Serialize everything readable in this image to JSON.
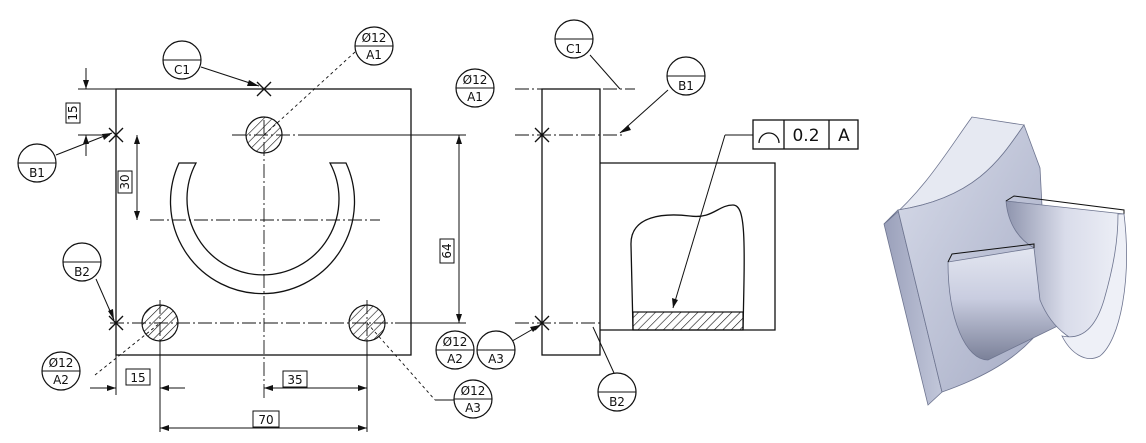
{
  "datum_targets": {
    "c1_front": "C1",
    "a1_front": {
      "diameter": "Ø12",
      "label": "A1"
    },
    "b1_front": "B1",
    "b2_front": "B2",
    "a2_front": {
      "diameter": "Ø12",
      "label": "A2"
    },
    "a3_front": {
      "diameter": "Ø12",
      "label": "A3"
    },
    "c1_side": "C1",
    "a1_side": {
      "diameter": "Ø12",
      "label": "A1"
    },
    "b1_side": "B1",
    "a2_side": {
      "diameter": "Ø12",
      "label": "A2"
    },
    "a3_side": "A3",
    "b2_side": "B2"
  },
  "dimensions": {
    "d15_top": "15",
    "d30": "30",
    "d64": "64",
    "d15_bottom": "15",
    "d35": "35",
    "d70": "70"
  },
  "tolerance_frame": {
    "symbol": "⌒",
    "value": "0.2",
    "datum": "A"
  },
  "colors": {
    "line": "#111111",
    "model_light": "#d4d8e6",
    "model_mid": "#a9afc8",
    "model_dark": "#6e7590"
  }
}
